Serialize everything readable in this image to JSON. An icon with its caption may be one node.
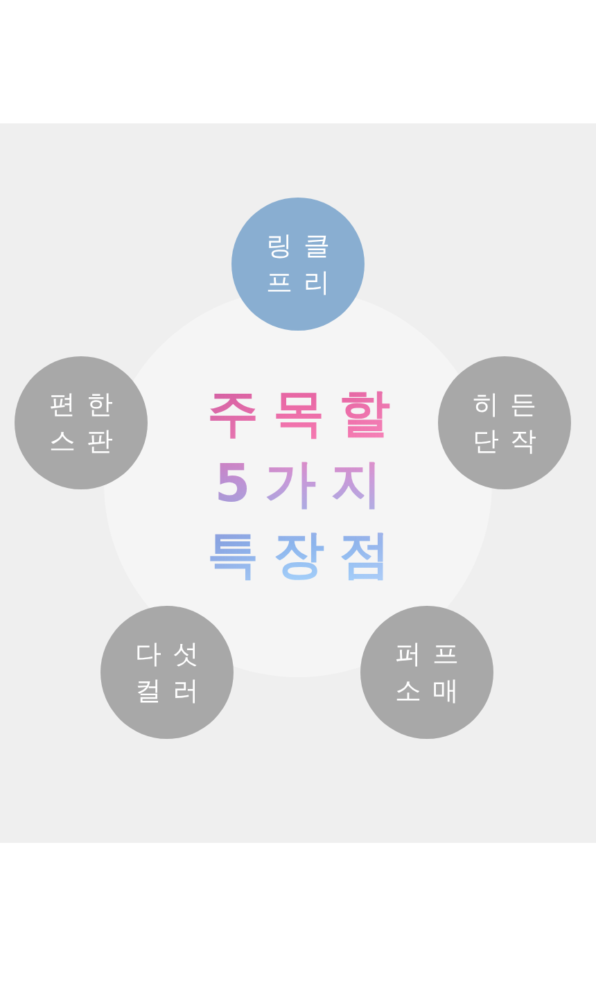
{
  "diagram": {
    "title": "주목할 5가지 특장점",
    "nodes": [
      {
        "text": [
          "링클 프리"
        ]
      },
      {
        "text": [
          "히든 단작"
        ]
      },
      {
        "text": [
          "퍼프 소매"
        ]
      },
      {
        "text": [
          "다섯 컬러"
        ]
      },
      {
        "text": [
          "편한 스판"
        ]
      }
    ]
  }
}
